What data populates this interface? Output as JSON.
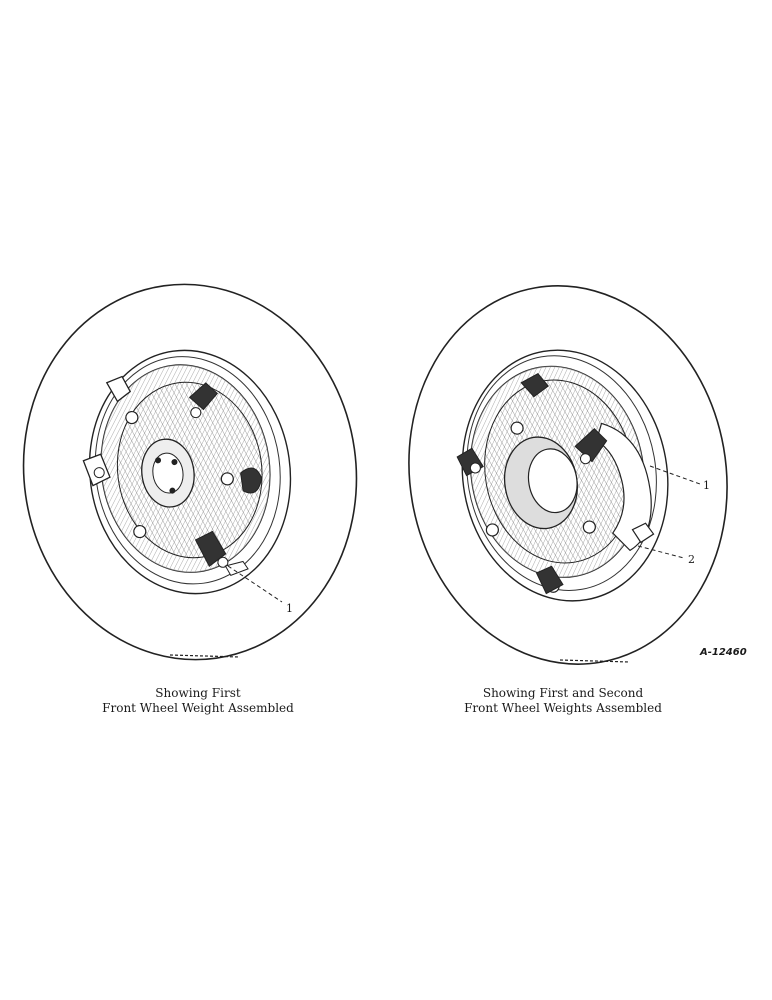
{
  "figures": [
    {
      "caption_line1": "Showing First",
      "caption_line2": "Front Wheel Weight Assembled",
      "callouts": [
        "1"
      ]
    },
    {
      "caption_line1": "Showing First and Second",
      "caption_line2": "Front Wheel Weights Assembled",
      "callouts": [
        "1",
        "2"
      ]
    }
  ],
  "figure_number": "A-12460"
}
